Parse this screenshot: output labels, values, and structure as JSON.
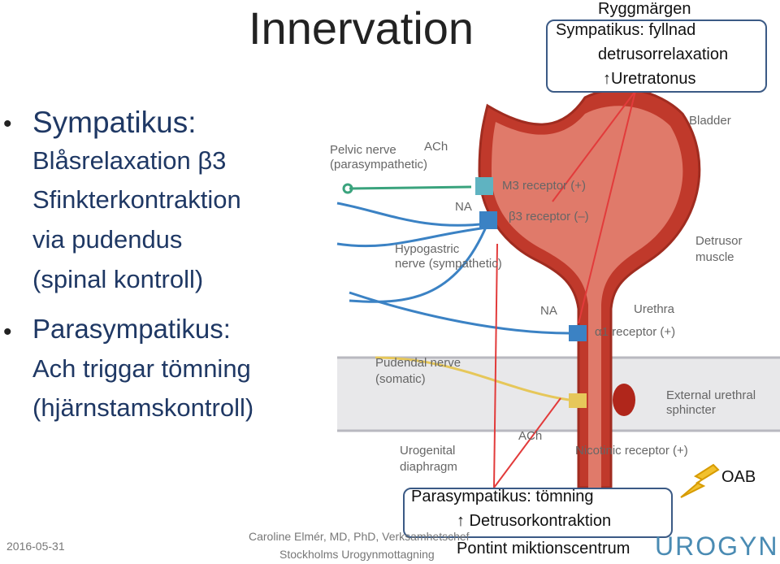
{
  "title": "Innervation",
  "bullets": [
    {
      "head": "Sympatikus:",
      "lines": [
        "Blåsrelaxation β3",
        "Sfinkterkontraktion",
        "via pudendus",
        "(spinal kontroll)"
      ]
    },
    {
      "head": "Parasympatikus:",
      "lines": [
        "Ach triggar tömning",
        "(hjärnstamskontroll)"
      ]
    }
  ],
  "diagram": {
    "pelvic_nerve": "Pelvic nerve",
    "parasympathetic": "(parasympathetic)",
    "ach_top": "ACh",
    "na_top": "NA",
    "m3_receptor": "M3 receptor (+)",
    "b3_receptor": "β3 receptor (–)",
    "bladder": "Bladder",
    "hypogastric": "Hypogastric",
    "nerve_sympathetic": "nerve (sympathetic)",
    "detrusor": "Detrusor",
    "muscle": "muscle",
    "na_mid": "NA",
    "urethra": "Urethra",
    "a1_receptor": "α1 receptor (+)",
    "pudendal": "Pudendal nerve",
    "somatic": "(somatic)",
    "ext_sphincter_1": "External urethral",
    "ext_sphincter_2": "sphincter",
    "urogenital": "Urogenital",
    "diaphragm": "diaphragm",
    "ach_bottom": "ACh",
    "nicotinic": "Nicotinic receptor (+)"
  },
  "top_callout": {
    "line0": "Ryggmärgen",
    "line1": "Sympatikus: fyllnad",
    "line2": "detrusorrelaxation",
    "line3": "↑Uretratonus"
  },
  "bottom_callout": {
    "line1": "Parasympatikus: tömning",
    "line2": "↑ Detrusorkontraktion",
    "line3": "Pontint miktionscentrum"
  },
  "oab": "OAB",
  "footer": {
    "date": "2016-05-31",
    "author": "Caroline Elmér, MD, PhD, Verksamhetschef",
    "clinic": "Stockholms Urogynmottagning",
    "logo": "UROGYN"
  },
  "colors": {
    "bladder": "#c0392b",
    "bladder_inner": "#e07a6a",
    "callout_border": "#3b5a85",
    "arrow": "#e23b3b",
    "heading": "#1f3864"
  }
}
